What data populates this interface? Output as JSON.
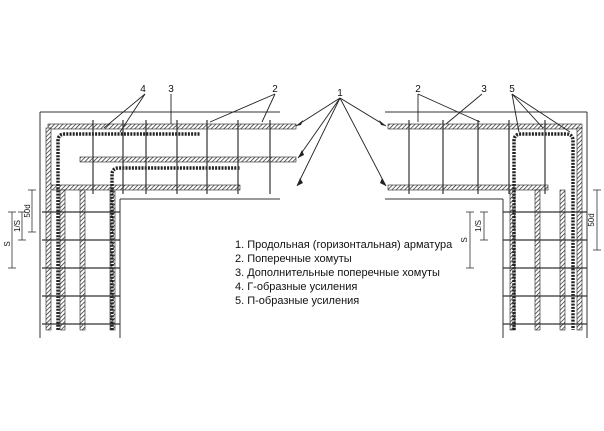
{
  "callouts": {
    "left_4": "4",
    "left_3": "3",
    "left_2": "2",
    "center_1": "1",
    "right_2": "2",
    "right_3": "3",
    "right_5": "5"
  },
  "dimensions": {
    "left_s": "S",
    "left_half_s": "1/S",
    "left_50d": "50d",
    "right_s": "S",
    "right_half_s": "1/S",
    "right_50d": "50d"
  },
  "legend": [
    "1. Продольная (горизонтальная) арматура",
    "2. Поперечные хомуты",
    "3. Дополнительные поперечные хомуты",
    "4. Г-образные усиления",
    "5. П-образные усиления"
  ]
}
